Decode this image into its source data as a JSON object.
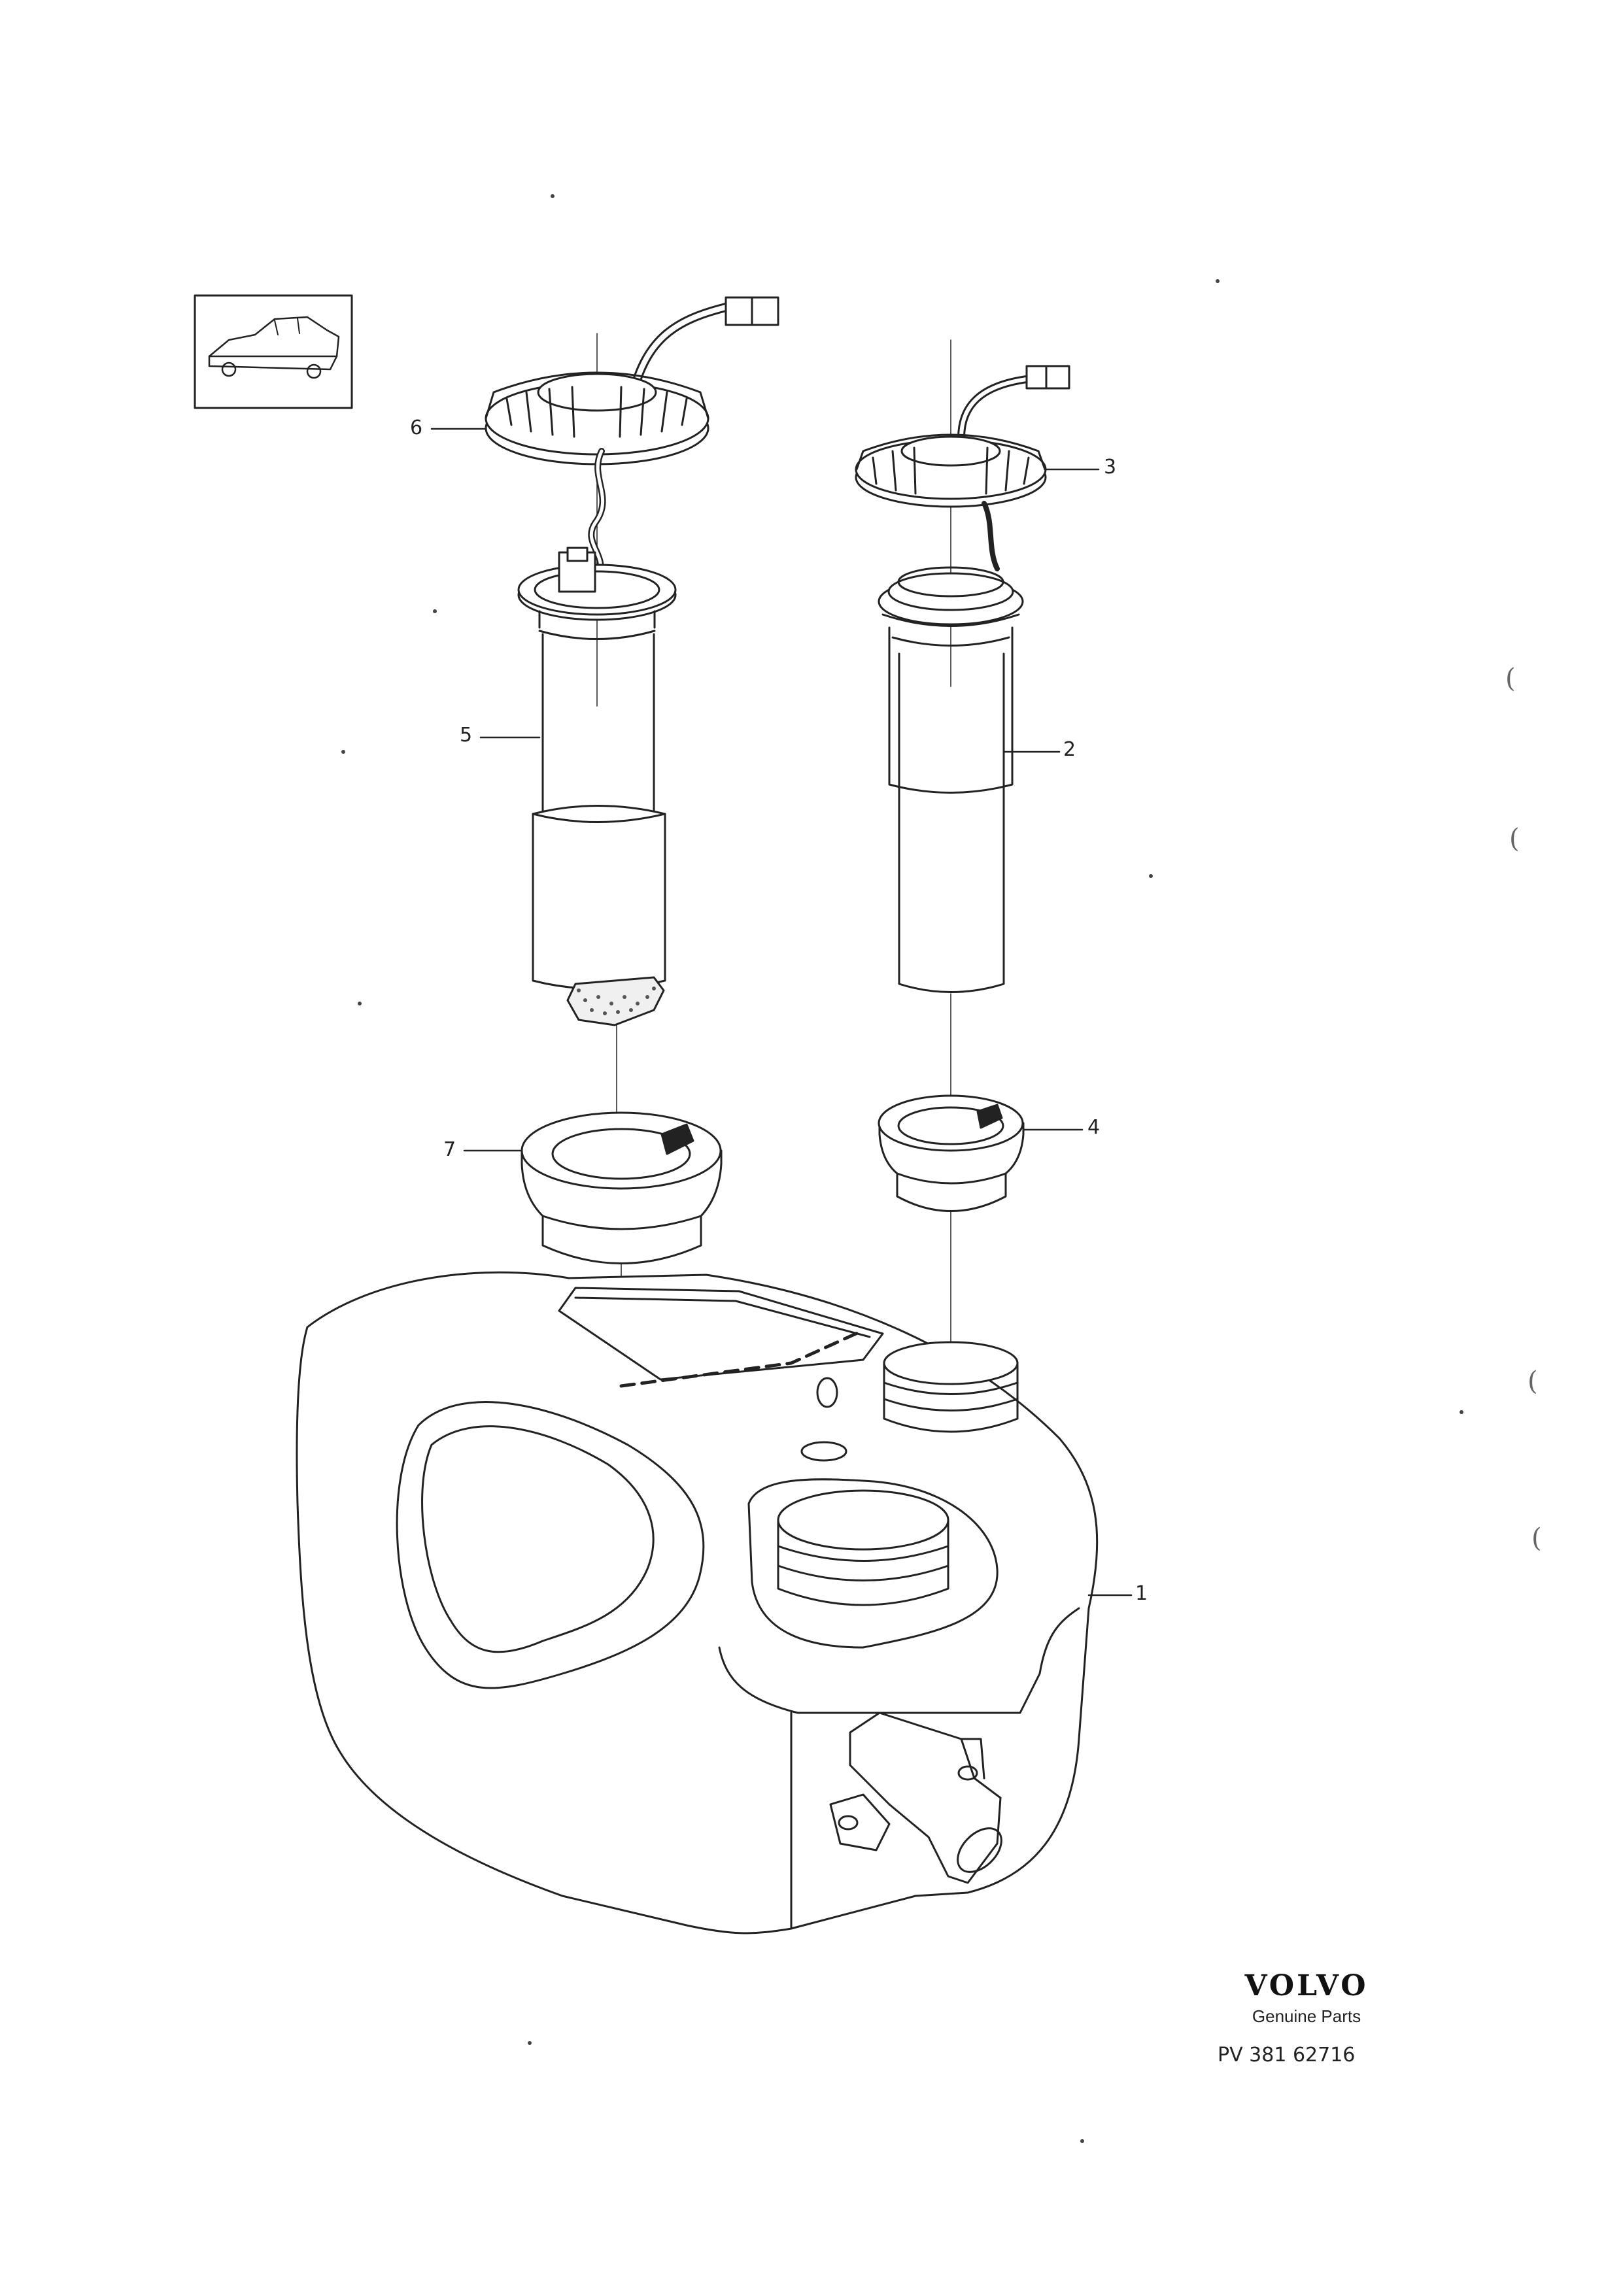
{
  "callouts": {
    "tank": "1",
    "sender_tube": "2",
    "sender_lock_ring": "3",
    "sender_grommet": "4",
    "pump": "5",
    "pump_lock_ring": "6",
    "pump_grommet": "7"
  },
  "brand": {
    "logo": "VOLVO",
    "subtitle": "Genuine Parts",
    "pv_number": "PV  381 62716"
  },
  "margin_marks": [
    "(",
    "(",
    "(",
    "("
  ],
  "icons": {
    "vehicle_thumbnail": "sedan-car-icon"
  }
}
